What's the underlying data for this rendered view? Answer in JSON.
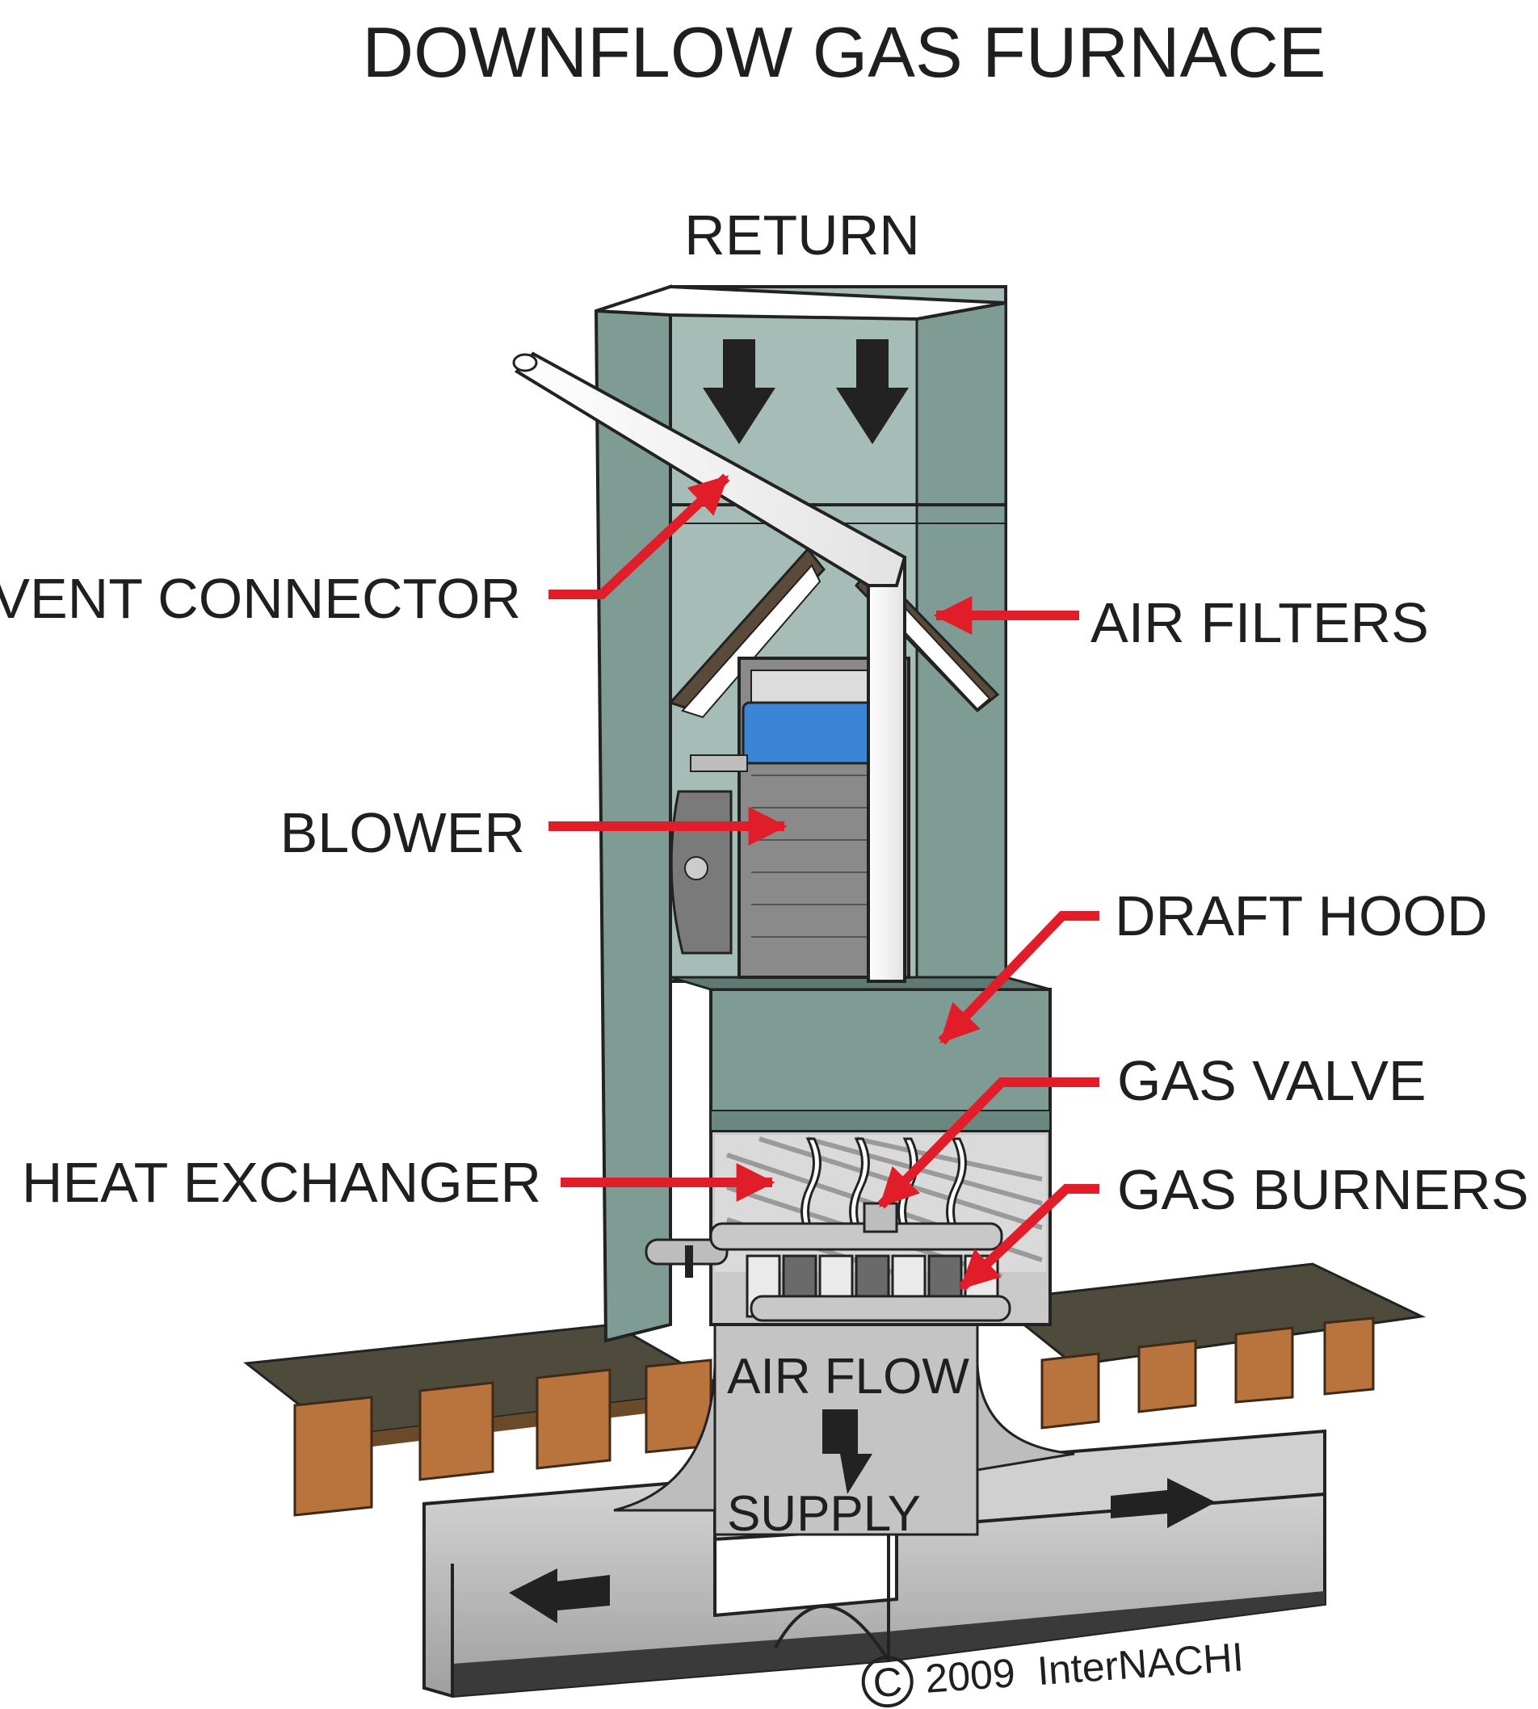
{
  "title": "DOWNFLOW GAS FURNACE",
  "labels": {
    "return": "RETURN",
    "vent_connector": "VENT CONNECTOR",
    "air_filters": "AIR FILTERS",
    "blower": "BLOWER",
    "draft_hood": "DRAFT HOOD",
    "gas_valve": "GAS VALVE",
    "heat_exchanger": "HEAT EXCHANGER",
    "gas_burners": "GAS BURNERS",
    "air_flow": "AIR FLOW",
    "supply": "SUPPLY"
  },
  "copyright": {
    "symbol": "C",
    "text": "2009  InterNACHI"
  },
  "colors": {
    "cabinet": "#7f9c94",
    "cabinet_dark": "#5f7a73",
    "cabinet_light": "#a5bdb6",
    "duct": "#b8b8b8",
    "duct_dark": "#3a3a3a",
    "joist": "#b9733d",
    "floor": "#4e4a3c",
    "arrow": "#e11d2a",
    "blower": "#3a86d4",
    "flow_arrow": "#222222"
  }
}
